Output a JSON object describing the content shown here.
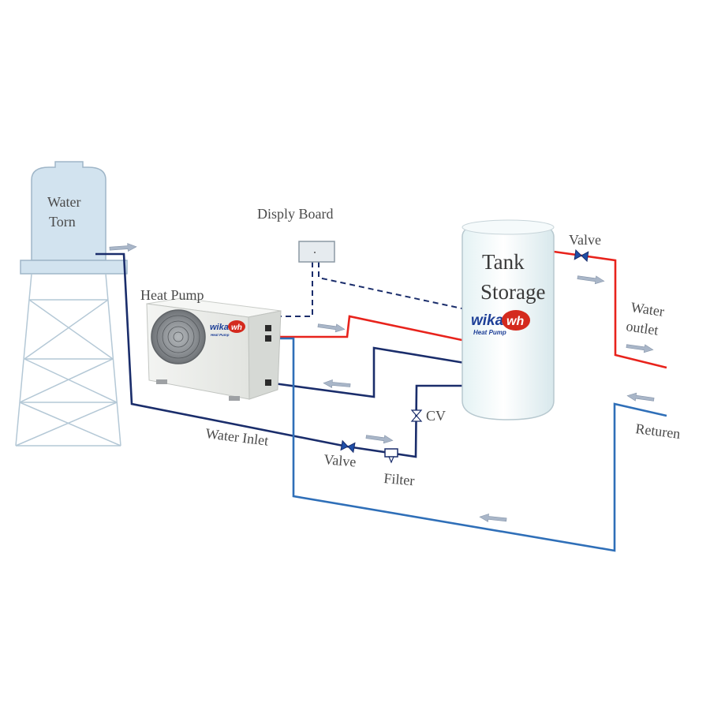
{
  "labels": {
    "water_torn_line1": "Water",
    "water_torn_line2": "Torn",
    "display_board": "Disply Board",
    "heat_pump": "Heat Pump",
    "tank_line1": "Tank",
    "tank_line2": "Storage",
    "valve_top": "Valve",
    "water_outlet_line1": "Water",
    "water_outlet_line2": "outlet",
    "cv": "CV",
    "water_inlet": "Water Inlet",
    "valve_bottom": "Valve",
    "filter": "Filter",
    "returen": "Returen"
  },
  "brand": {
    "name": "wika",
    "badge": "wh",
    "tagline": "Heat Pump"
  },
  "colors": {
    "hot_pipe": "#e8231c",
    "cold_pipe": "#1a2d6b",
    "return_pipe": "#2f6fb8",
    "flow_arrow": "#a9b6c8",
    "tower_fill": "#d2e3ef",
    "tower_stroke": "#9fb6c8",
    "brand_red": "#d42a1e",
    "brand_blue": "#1d3f97"
  },
  "icons": [
    "flow-arrow-icon",
    "gate-valve-icon",
    "filter-icon",
    "check-valve-icon",
    "fan-grille-icon"
  ]
}
